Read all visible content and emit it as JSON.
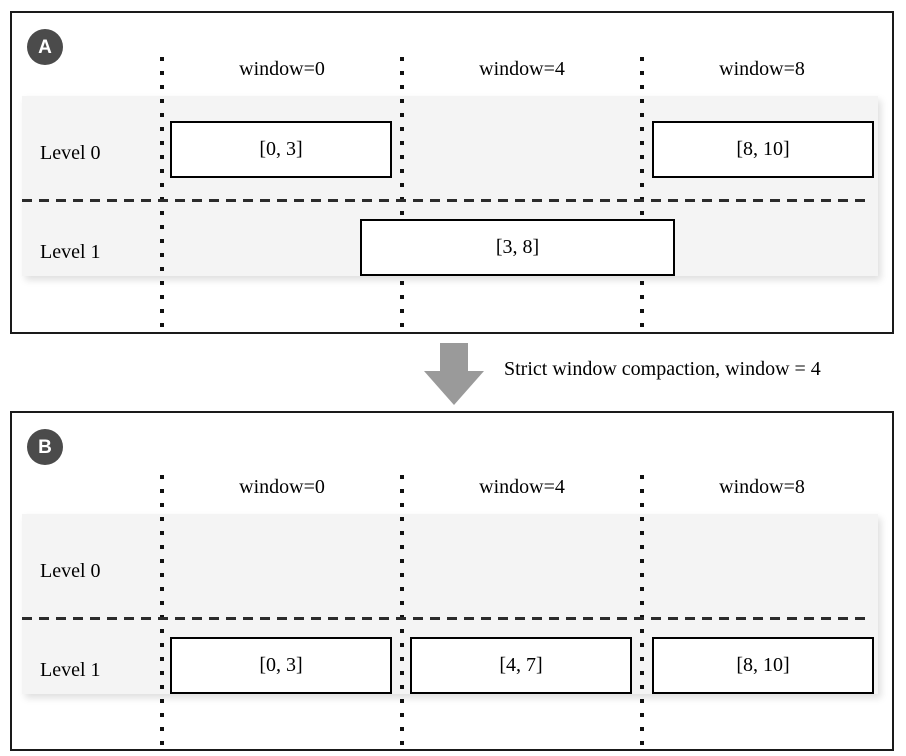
{
  "figure": {
    "transition_label": "Strict window compaction, window = 4",
    "arrow_icon": "down-arrow-icon",
    "accent_badge_color": "#4b4b4b",
    "band_color": "#f4f4f4",
    "arrow_color": "#9a9a9a"
  },
  "columns": [
    {
      "label": "window=0"
    },
    {
      "label": "window=4"
    },
    {
      "label": "window=8"
    }
  ],
  "panels": [
    {
      "badge": "A",
      "rows": [
        {
          "label": "Level 0",
          "boxes": [
            {
              "text": "[0, 3]"
            },
            {
              "text": "[8, 10]"
            }
          ]
        },
        {
          "label": "Level 1",
          "boxes": [
            {
              "text": "[3, 8]"
            }
          ]
        }
      ]
    },
    {
      "badge": "B",
      "rows": [
        {
          "label": "Level 0",
          "boxes": []
        },
        {
          "label": "Level 1",
          "boxes": [
            {
              "text": "[0, 3]"
            },
            {
              "text": "[4, 7]"
            },
            {
              "text": "[8, 10]"
            }
          ]
        }
      ]
    }
  ]
}
